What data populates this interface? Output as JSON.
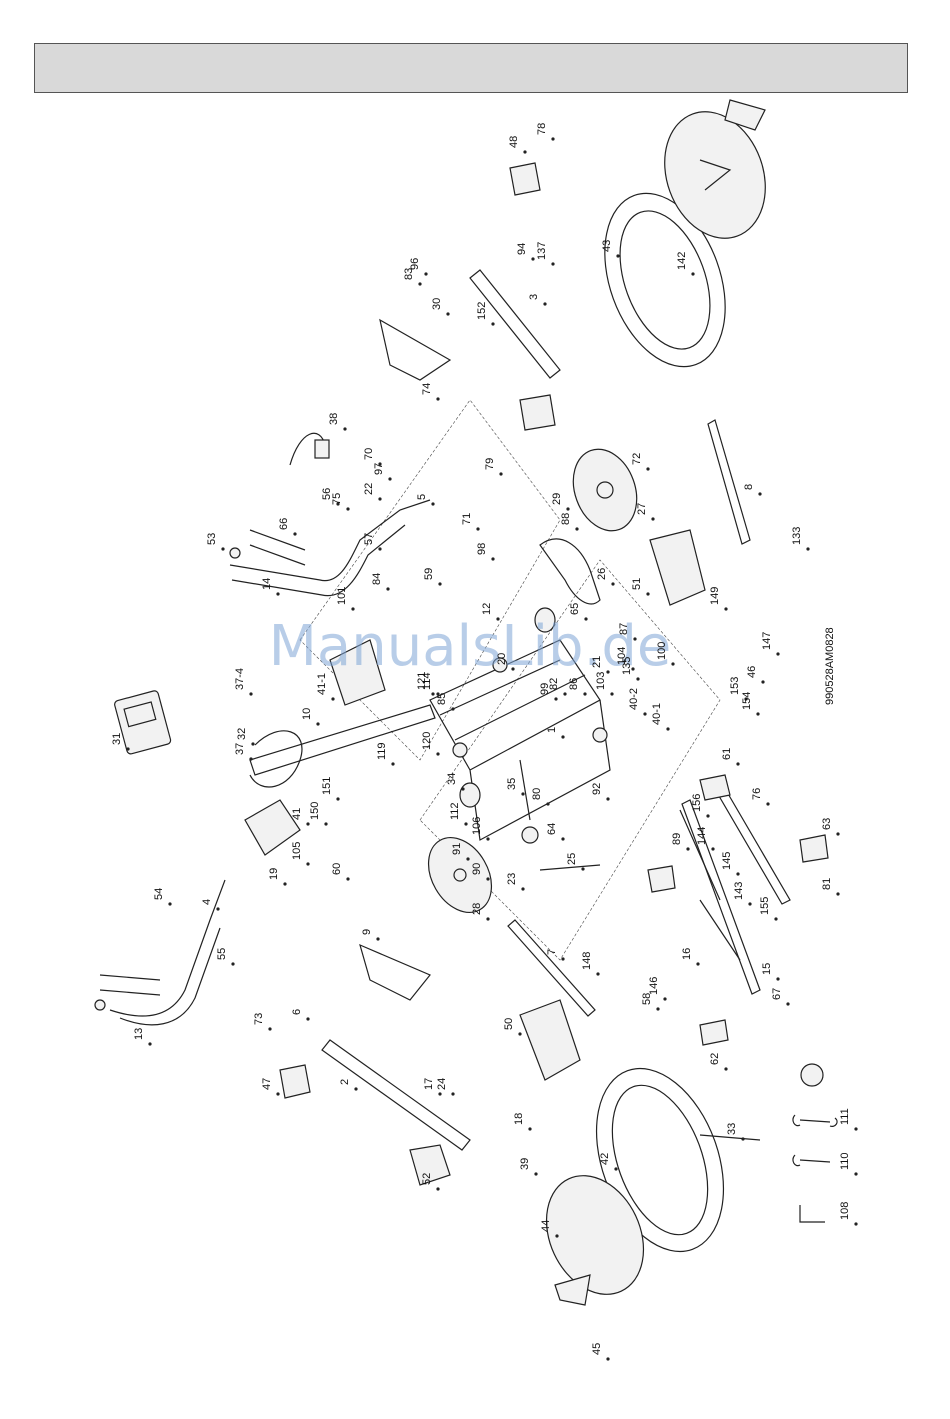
{
  "watermark": "ManualsLib.de",
  "drawing_code": "990528AM0828",
  "part_numbers": [
    "1",
    "2",
    "3",
    "4",
    "5",
    "6",
    "7",
    "8",
    "9",
    "10",
    "12",
    "13",
    "14",
    "15",
    "16",
    "17",
    "18",
    "19",
    "20",
    "21",
    "22",
    "23",
    "24",
    "25",
    "26",
    "27",
    "28",
    "29",
    "30",
    "31",
    "32",
    "33",
    "34",
    "35",
    "37",
    "37-4",
    "38",
    "39",
    "40-1",
    "40-2",
    "41",
    "41-1",
    "42",
    "43",
    "44",
    "45",
    "46",
    "47",
    "48",
    "50",
    "51",
    "52",
    "53",
    "54",
    "55",
    "56",
    "57",
    "58",
    "59",
    "60",
    "61",
    "62",
    "63",
    "64",
    "65",
    "66",
    "67",
    "70",
    "71",
    "72",
    "73",
    "74",
    "75",
    "76",
    "78",
    "79",
    "80",
    "81",
    "82",
    "83",
    "84",
    "85",
    "86",
    "87",
    "88",
    "89",
    "90",
    "91",
    "92",
    "94",
    "96",
    "97",
    "98",
    "99",
    "100",
    "101",
    "103",
    "104",
    "105",
    "106",
    "108",
    "110",
    "111",
    "112",
    "114",
    "119",
    "120",
    "121",
    "133",
    "135",
    "137",
    "142",
    "143",
    "144",
    "145",
    "146",
    "147",
    "148",
    "149",
    "150",
    "151",
    "152",
    "153",
    "154",
    "155",
    "156"
  ],
  "tools": [
    {
      "id": "108",
      "icon": "allen-key-icon"
    },
    {
      "id": "110",
      "icon": "open-wrench-icon"
    },
    {
      "id": "111",
      "icon": "double-wrench-icon"
    }
  ]
}
